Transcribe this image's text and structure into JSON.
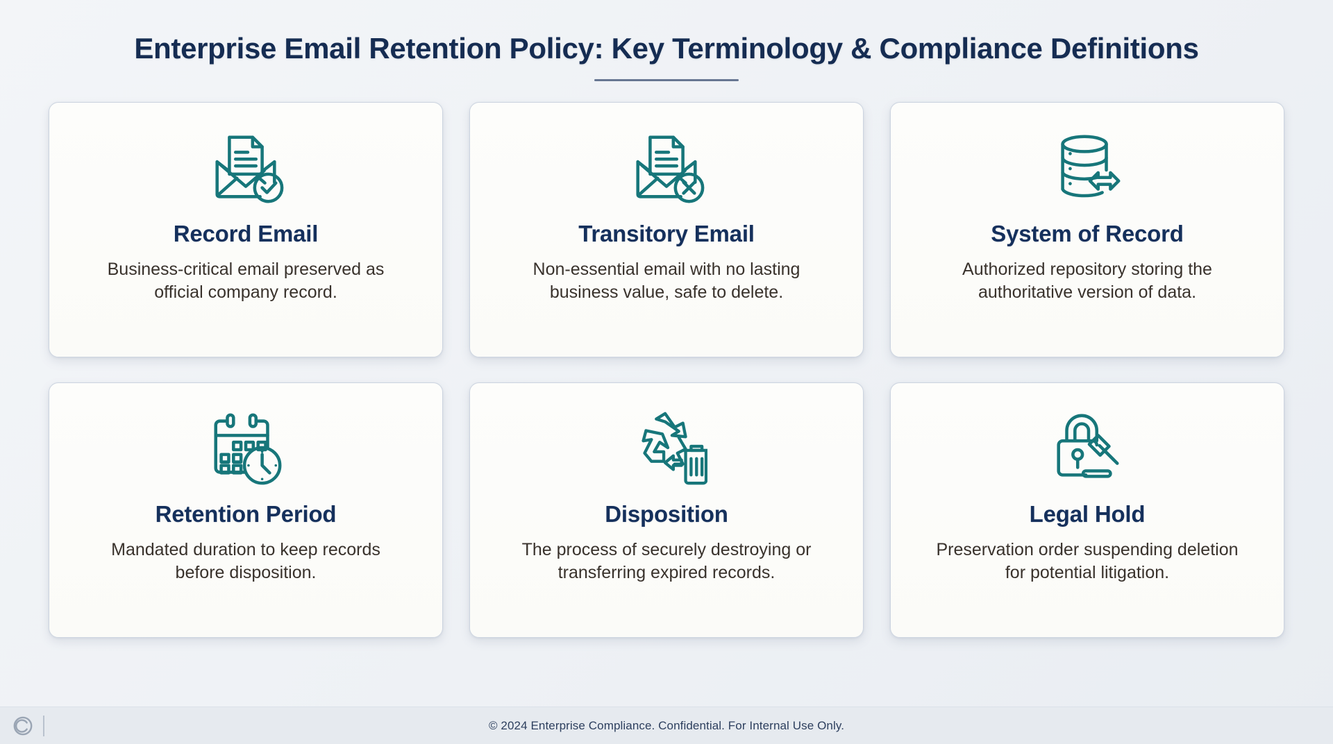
{
  "header": {
    "title": "Enterprise Email Retention Policy: Key Terminology & Compliance Definitions"
  },
  "theme": {
    "background": "#f1f4f8",
    "card_background": "#fcfcfa",
    "card_border": "#ccd4e0",
    "title_color": "#152c52",
    "heading_color": "#15305c",
    "body_color": "#39322c",
    "icon_accent": "#17767a",
    "footer_background": "#e6eaef",
    "footer_text_color": "#2d3f5e",
    "underline_color": "#4f6080"
  },
  "cards": [
    {
      "icon": "email-record-check-icon",
      "title": "Record Email",
      "description": "Business-critical email preserved as official company record."
    },
    {
      "icon": "email-transitory-x-icon",
      "title": "Transitory Email",
      "description": "Non-essential email with no lasting business value, safe to delete."
    },
    {
      "icon": "database-exchange-icon",
      "title": "System of Record",
      "description": "Authorized repository storing the authoritative version of data."
    },
    {
      "icon": "calendar-clock-icon",
      "title": "Retention Period",
      "description": "Mandated duration to keep records before disposition."
    },
    {
      "icon": "recycle-trash-icon",
      "title": "Disposition",
      "description": "The process of securely destroying or transferring expired records."
    },
    {
      "icon": "lock-gavel-icon",
      "title": "Legal Hold",
      "description": "Preservation order suspending deletion for potential litigation."
    }
  ],
  "footer": {
    "logo": "copyright-c-monogram-logo",
    "text": "© 2024 Enterprise Compliance. Confidential. For Internal Use Only."
  }
}
